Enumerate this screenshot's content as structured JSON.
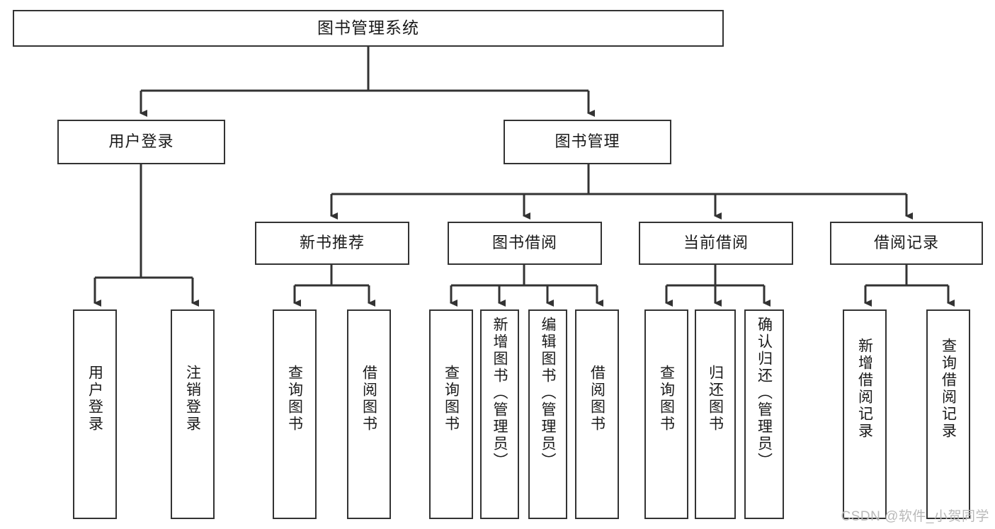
{
  "diagram": {
    "title_node": {
      "label": "图书管理系统"
    },
    "level2": [
      {
        "label": "用户登录"
      },
      {
        "label": "图书管理"
      }
    ],
    "level3": [
      {
        "label": "新书推荐"
      },
      {
        "label": "图书借阅"
      },
      {
        "label": "当前借阅"
      },
      {
        "label": "借阅记录"
      }
    ],
    "leaves": [
      {
        "label": "用户登录"
      },
      {
        "label": "注销登录"
      },
      {
        "label": "查询图书"
      },
      {
        "label": "借阅图书"
      },
      {
        "label": "查询图书"
      },
      {
        "label": "新增图书（管理员）"
      },
      {
        "label": "编辑图书（管理员）"
      },
      {
        "label": "借阅图书"
      },
      {
        "label": "查询图书"
      },
      {
        "label": "归还图书"
      },
      {
        "label": "确认归还（管理员）"
      },
      {
        "label": "新增借阅记录"
      },
      {
        "label": "查询借阅记录"
      }
    ],
    "colors": {
      "border": "#333333",
      "background": "#ffffff",
      "text": "#1a1a1a",
      "watermark": "#b9b9b9"
    }
  },
  "watermark": {
    "text": "CSDN @软件_小贺同学"
  }
}
